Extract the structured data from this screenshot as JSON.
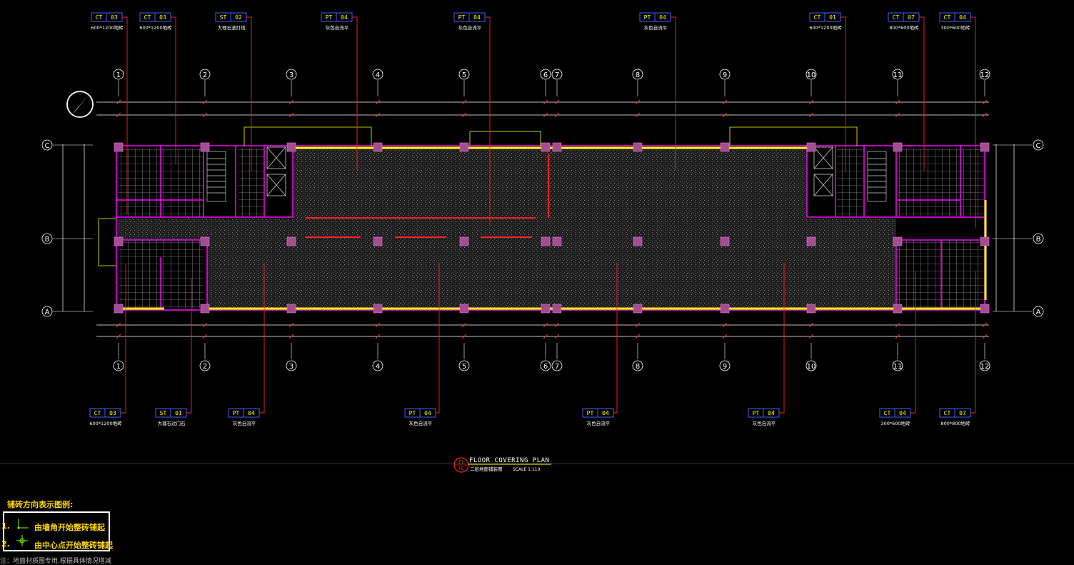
{
  "grid_columns": [
    "1",
    "2",
    "3",
    "4",
    "5",
    "6",
    "7",
    "8",
    "9",
    "10",
    "11",
    "12"
  ],
  "grid_rows": [
    "C",
    "B",
    "A"
  ],
  "top_tags": [
    {
      "code": "CT",
      "num": "03",
      "desc": "600*1200地砖"
    },
    {
      "code": "CT",
      "num": "03",
      "desc": "600*1200地砖"
    },
    {
      "code": "ST",
      "num": "02",
      "desc": "大理石波打线"
    },
    {
      "code": "PT",
      "num": "04",
      "desc": "灰色自流平"
    },
    {
      "code": "PT",
      "num": "04",
      "desc": "灰色自流平"
    },
    {
      "code": "PT",
      "num": "04",
      "desc": "灰色自流平"
    },
    {
      "code": "CT",
      "num": "01",
      "desc": "600*1200地砖"
    },
    {
      "code": "CT",
      "num": "07",
      "desc": "800*800地砖"
    },
    {
      "code": "CT",
      "num": "04",
      "desc": "300*600地砖"
    }
  ],
  "bottom_tags": [
    {
      "code": "CT",
      "num": "03",
      "desc": "600*1200地砖"
    },
    {
      "code": "ST",
      "num": "01",
      "desc": "大理石过门石"
    },
    {
      "code": "PT",
      "num": "04",
      "desc": "灰色自流平"
    },
    {
      "code": "PT",
      "num": "04",
      "desc": "灰色自流平"
    },
    {
      "code": "PT",
      "num": "04",
      "desc": "灰色自流平"
    },
    {
      "code": "PT",
      "num": "04",
      "desc": "灰色自流平"
    },
    {
      "code": "CT",
      "num": "04",
      "desc": "300*600地砖"
    },
    {
      "code": "CT",
      "num": "07",
      "desc": "800*800地砖"
    }
  ],
  "title_block": {
    "symbol_top": "F1",
    "symbol_bottom": "FC",
    "title": "FLOOR COVERING PLAN",
    "subtitle": "二层地面铺装图",
    "scale": "SCALE 1:110"
  },
  "legend": {
    "title": "铺砖方向表示图例:",
    "items": [
      {
        "num": "1.",
        "text": "由墙角开始整砖铺起"
      },
      {
        "num": "2.",
        "text": "由中心点开始整砖铺起"
      }
    ]
  },
  "note": "注：地面材质图专用,根据具体情况增减",
  "colors": {
    "background": "#000000",
    "wall": "#ff00ff",
    "column": "#a0508c",
    "window": "#ffff00",
    "leader": "#ff2020",
    "dimension": "#ffffff",
    "tag_box": "#4060ff",
    "tag_text": "#ffff00",
    "tile_grid": "#ffffff",
    "terrazzo": "#2a2a2a"
  }
}
